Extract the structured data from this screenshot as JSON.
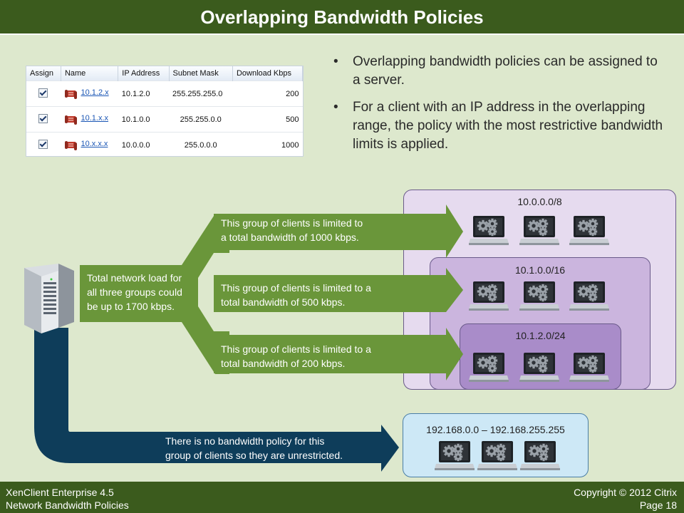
{
  "header": {
    "title": "Overlapping Bandwidth Policies"
  },
  "policy_table": {
    "columns": [
      "Assign",
      "Name",
      "IP Address",
      "Subnet Mask",
      "Download Kbps"
    ],
    "rows": [
      {
        "name": "10.1.2.x",
        "ip": "10.1.2.0",
        "mask": "255.255.255.0",
        "kbps": "200"
      },
      {
        "name": "10.1.x.x",
        "ip": "10.1.0.0",
        "mask": "255.255.0.0",
        "kbps": "500"
      },
      {
        "name": "10.x.x.x",
        "ip": "10.0.0.0",
        "mask": "255.0.0.0",
        "kbps": "1000"
      }
    ]
  },
  "bullets": [
    "Overlapping bandwidth policies can be assigned to a server.",
    "For a client with an IP address in the overlapping range, the policy with the most restrictive bandwidth limits is applied."
  ],
  "diagram": {
    "server_text": [
      "Total network load for",
      "all three groups could",
      "be up to 1700 kbps."
    ],
    "arrow_1000": [
      "This group of clients is limited to",
      "a total bandwidth of 1000 kbps."
    ],
    "arrow_500": [
      "This group of clients is limited to a",
      "total bandwidth of 500 kbps."
    ],
    "arrow_200": [
      "This group of clients is limited to a",
      "total bandwidth of 200 kbps."
    ],
    "arrow_none": [
      "There is no bandwidth policy for this",
      "group of clients so they are unrestricted."
    ],
    "zones": {
      "z8": "10.0.0.0/8",
      "z16": "10.1.0.0/16",
      "z24": "10.1.2.0/24",
      "zpriv": "192.168.0.0 – 192.168.255.255"
    }
  },
  "footer": {
    "product": "XenClient Enterprise 4.5",
    "section": "Network Bandwidth Policies",
    "copyright": "Copyright © 2012 Citrix",
    "page": "Page 18"
  },
  "colors": {
    "header_bg": "#3b5b1d",
    "arrow_green": "#6a963a",
    "pipe_blue": "#0e3d5a",
    "zone_purple": "#e6dbef",
    "zone_blue": "#cde8f6"
  }
}
